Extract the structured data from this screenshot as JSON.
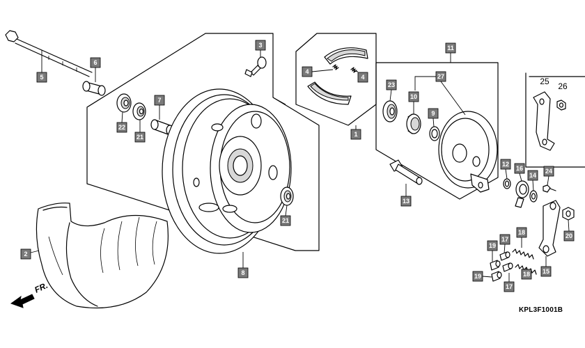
{
  "diagram_code": "KPL3F1001B",
  "direction_label": "FR.",
  "kit_labels": [
    "25",
    "26"
  ],
  "callouts": [
    "5",
    "6",
    "3",
    "4",
    "4",
    "11",
    "22",
    "7",
    "21",
    "23",
    "10",
    "27",
    "9",
    "1",
    "2",
    "12",
    "16",
    "14",
    "24",
    "21",
    "13",
    "20",
    "18",
    "17",
    "19",
    "8",
    "18",
    "15",
    "19",
    "17"
  ]
}
